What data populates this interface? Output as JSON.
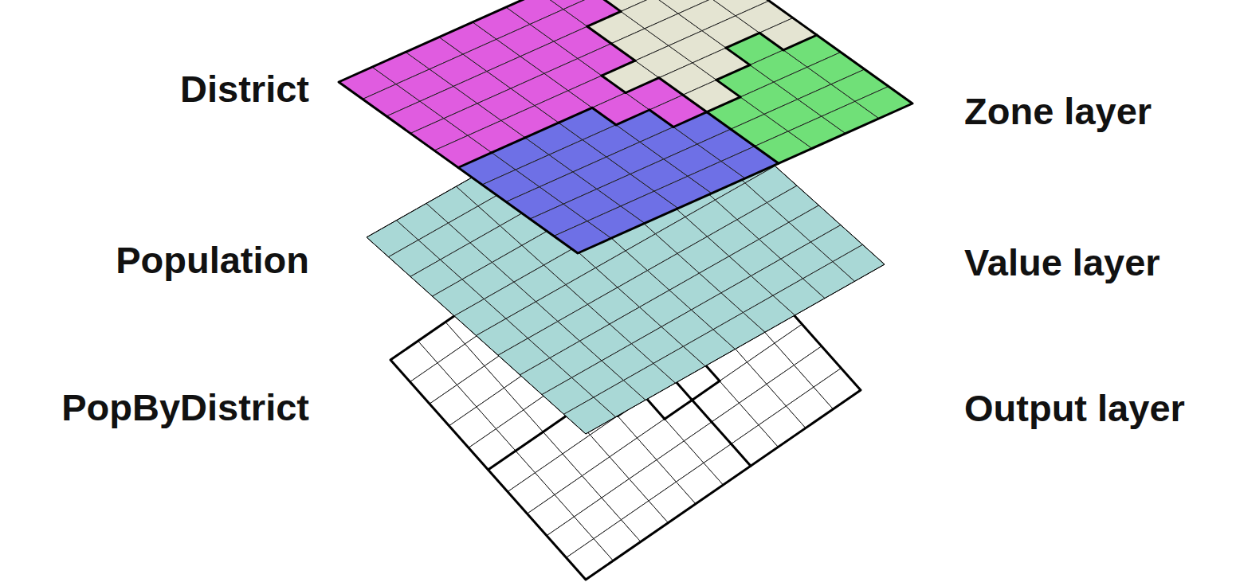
{
  "diagram": {
    "labels": [
      "District",
      "Zone layer",
      "Population",
      "Value layer",
      "PopByDistrict",
      "Output layer"
    ]
  }
}
